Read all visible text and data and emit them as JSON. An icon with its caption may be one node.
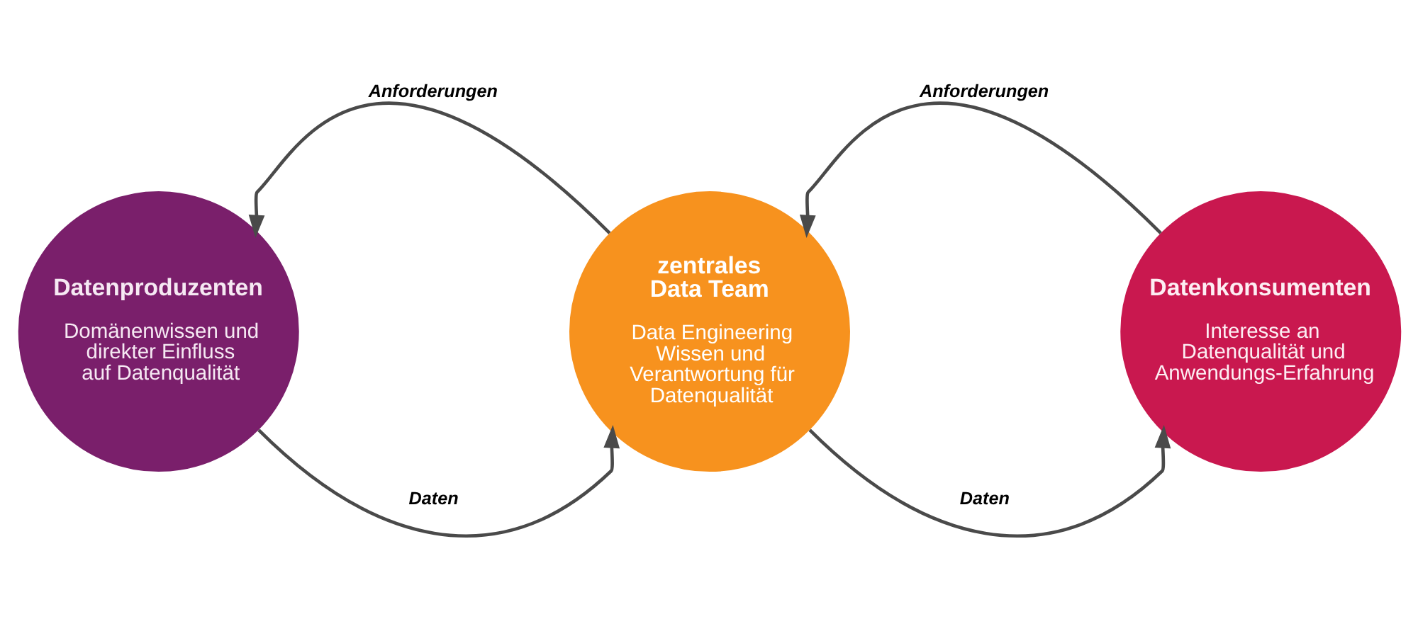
{
  "diagram": {
    "nodes": [
      {
        "text": [
          "Datenproduzenten",
          "Domänenwissen und direkter Einfluss auf Datenqualität"
        ]
      },
      {
        "text": [
          "zentrales Data Team",
          "Data Engineering Wissen und Verantwortung für Datenqualität"
        ]
      },
      {
        "text": [
          "Datenkonsumenten",
          "Interesse an Datenqualität und Anwendungs-Erfahrung"
        ]
      }
    ],
    "edges": [
      {
        "from": 1,
        "to": 0,
        "arrow": "to",
        "label": "Anforderungen"
      },
      {
        "from": 2,
        "to": 1,
        "arrow": "to",
        "label": "Anforderungen"
      },
      {
        "from": 0,
        "to": 1,
        "arrow": "to",
        "label": "Daten"
      },
      {
        "from": 1,
        "to": 2,
        "arrow": "to",
        "label": "Daten"
      }
    ]
  }
}
